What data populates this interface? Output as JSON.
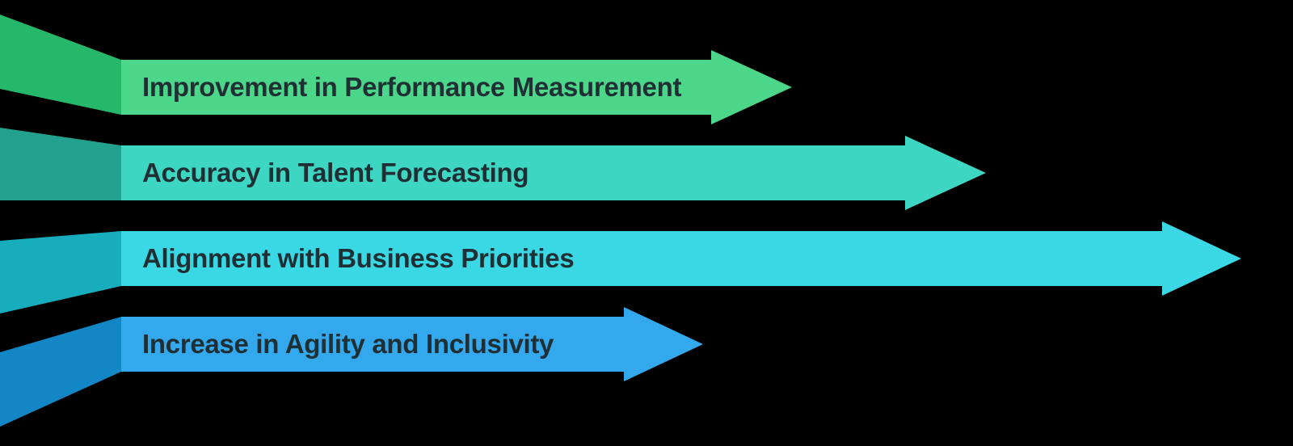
{
  "diagram": {
    "arrows": [
      {
        "label": "Improvement in Performance Measurement",
        "color": "#4bd68a",
        "tail_color": "#26b86a"
      },
      {
        "label": "Accuracy in Talent Forecasting",
        "color": "#3dd6c2",
        "tail_color": "#22a28e"
      },
      {
        "label": "Alignment with Business Priorities",
        "color": "#3ad7e4",
        "tail_color": "#18adbd"
      },
      {
        "label": "Increase in Agility and Inclusivity",
        "color": "#33a8ec",
        "tail_color": "#1386c6"
      }
    ]
  }
}
